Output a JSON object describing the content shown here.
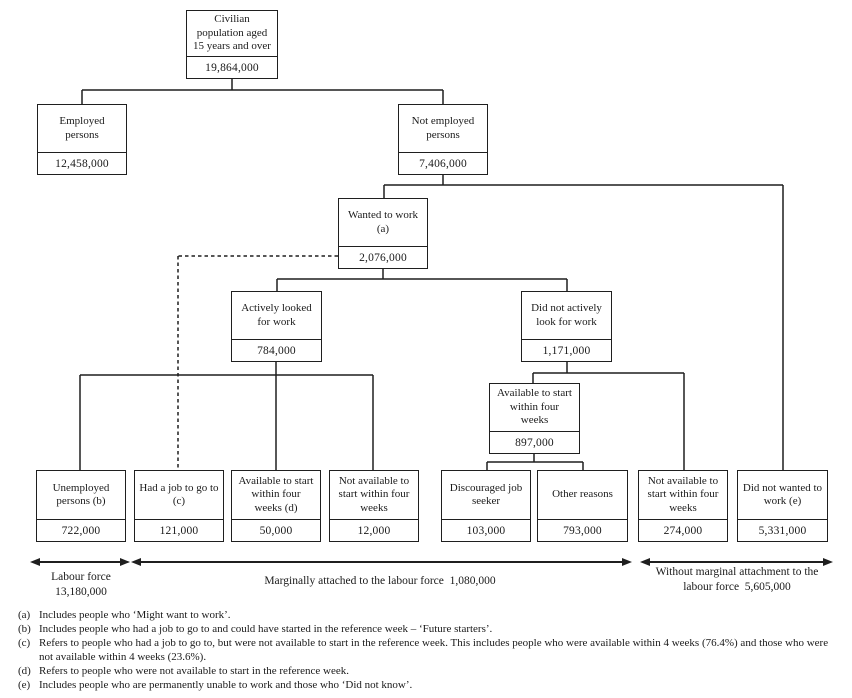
{
  "diagram": {
    "title": "Labour force framework flowchart",
    "colors": {
      "line": "#1f1f1f",
      "background": "#ffffff",
      "text": "#1a1a1a"
    },
    "nodes": {
      "civilian": {
        "label": "Civilian\npopulation aged\n15 years and over",
        "value": "19,864,000"
      },
      "employed": {
        "label": "Employed\npersons",
        "value": "12,458,000"
      },
      "not_employed": {
        "label": "Not employed\npersons",
        "value": "7,406,000"
      },
      "wanted_to_work": {
        "label": "Wanted to work\n(a)",
        "value": "2,076,000"
      },
      "actively_looked": {
        "label": "Actively looked\nfor work",
        "value": "784,000"
      },
      "did_not_actively_look": {
        "label": "Did not actively\nlook for work",
        "value": "1,171,000"
      },
      "available_four_weeks": {
        "label": "Available to start\nwithin four\nweeks",
        "value": "897,000"
      },
      "unemployed": {
        "label": "Unemployed\npersons (b)",
        "value": "722,000"
      },
      "had_job_to_go_to": {
        "label": "Had a job to go to\n(c)",
        "value": "121,000"
      },
      "available_d": {
        "label": "Available to start\nwithin four\nweeks (d)",
        "value": "50,000"
      },
      "not_available_12": {
        "label": "Not available to\nstart within four\nweeks",
        "value": "12,000"
      },
      "discouraged": {
        "label": "Discouraged job\nseeker",
        "value": "103,000"
      },
      "other_reasons": {
        "label": "Other reasons",
        "value": "793,000"
      },
      "not_available_274": {
        "label": "Not available to\nstart within four\nweeks",
        "value": "274,000"
      },
      "did_not_want": {
        "label": "Did not wanted to\nwork (e)",
        "value": "5,331,000"
      }
    },
    "spans": {
      "labour_force": "Labour force\n13,180,000",
      "marginally_attached": "Marginally attached to the labour force  1,080,000",
      "without_attachment": "Without marginal attachment to the\nlabour force  5,605,000"
    },
    "footnotes": {
      "a": {
        "tag": "(a)",
        "text": "Includes people who ‘Might want to work’."
      },
      "b": {
        "tag": "(b)",
        "text": "Includes people who had a job to go to and could have started in the reference week – ‘Future starters’."
      },
      "c": {
        "tag": "(c)",
        "text": "Refers to people who had a job to go to, but were not available to start in the reference week. This includes people who were available within 4 weeks (76.4%) and those who were not available within 4 weeks (23.6%)."
      },
      "d": {
        "tag": "(d)",
        "text": "Refers to people who were not available to start in the reference week."
      },
      "e": {
        "tag": "(e)",
        "text": "Includes people who are permanently unable to work and those who ‘Did not know’."
      }
    }
  }
}
